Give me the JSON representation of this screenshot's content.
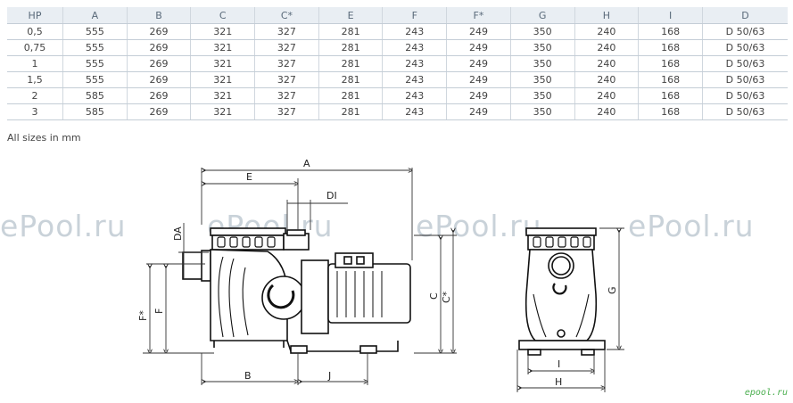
{
  "table": {
    "headers": [
      "HP",
      "A",
      "B",
      "C",
      "C*",
      "E",
      "F",
      "F*",
      "G",
      "H",
      "I",
      "D"
    ],
    "rows": [
      [
        "0,5",
        "555",
        "269",
        "321",
        "327",
        "281",
        "243",
        "249",
        "350",
        "240",
        "168",
        "D 50/63"
      ],
      [
        "0,75",
        "555",
        "269",
        "321",
        "327",
        "281",
        "243",
        "249",
        "350",
        "240",
        "168",
        "D 50/63"
      ],
      [
        "1",
        "555",
        "269",
        "321",
        "327",
        "281",
        "243",
        "249",
        "350",
        "240",
        "168",
        "D 50/63"
      ],
      [
        "1,5",
        "555",
        "269",
        "321",
        "327",
        "281",
        "243",
        "249",
        "350",
        "240",
        "168",
        "D 50/63"
      ],
      [
        "2",
        "585",
        "269",
        "321",
        "327",
        "281",
        "243",
        "249",
        "350",
        "240",
        "168",
        "D 50/63"
      ],
      [
        "3",
        "585",
        "269",
        "321",
        "327",
        "281",
        "243",
        "249",
        "350",
        "240",
        "168",
        "D 50/63"
      ]
    ]
  },
  "note": "All sizes in mm",
  "watermark": "ePool.ru",
  "brand_mark": "epool.ru",
  "drawing": {
    "labels": {
      "A": "A",
      "E": "E",
      "DI": "DI",
      "DA": "DA",
      "F_star": "F*",
      "F": "F",
      "C": "C",
      "C_star": "C*",
      "B": "B",
      "J": "J",
      "G": "G",
      "I": "I",
      "H": "H"
    }
  }
}
